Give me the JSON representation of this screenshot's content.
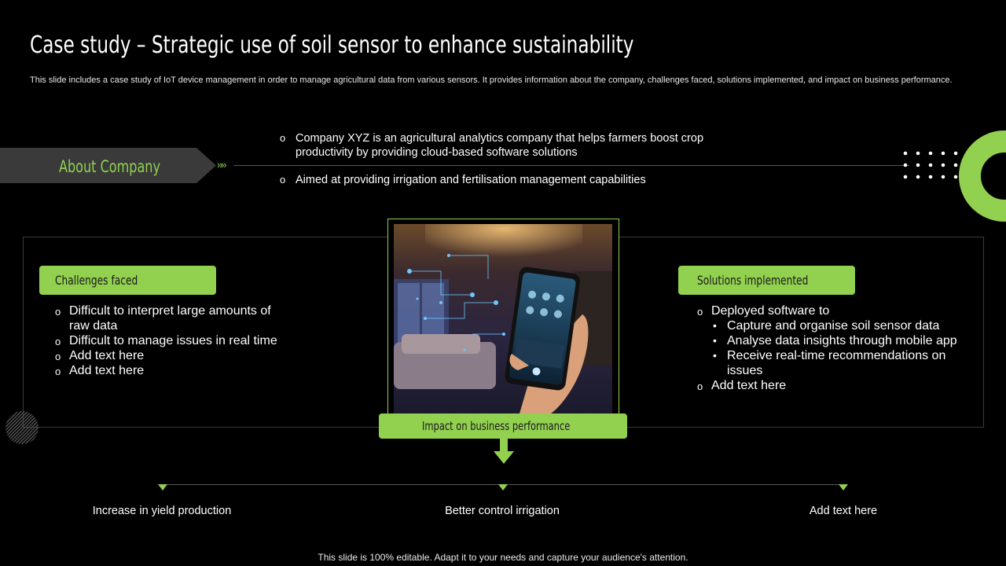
{
  "title": "Case study – Strategic use of soil sensor to enhance sustainability",
  "subtitle": "This slide includes a case study of IoT device management in order to manage agricultural data from various sensors. It provides information about the company, challenges faced, solutions implemented, and impact on business performance.",
  "about": {
    "label": "About Company",
    "chevrons": "»»",
    "items": [
      "Company XYZ is an agricultural analytics company that helps farmers boost crop productivity by providing cloud-based software solutions",
      "Aimed at providing irrigation and fertilisation management capabilities"
    ]
  },
  "challenges": {
    "label": "Challenges faced",
    "items": [
      "Difficult to interpret large amounts of raw data",
      "Difficult to manage issues in real time",
      "Add text here",
      "Add text here"
    ]
  },
  "solutions": {
    "label": "Solutions implemented",
    "intro": "Deployed software to",
    "sub_items": [
      "Capture and organise soil sensor data",
      "Analyse data insights through  mobile app",
      "Receive real-time recommendations on issues"
    ],
    "extra": "Add text here"
  },
  "impact": {
    "label": "Impact on business performance",
    "items": [
      "Increase in yield production",
      "Better control irrigation",
      "Add text here"
    ]
  },
  "footer": "This slide is 100% editable. Adapt it to your needs and capture your audience's attention.",
  "colors": {
    "accent": "#92d050",
    "background": "#000000",
    "arrow": "#3a3a3a"
  }
}
